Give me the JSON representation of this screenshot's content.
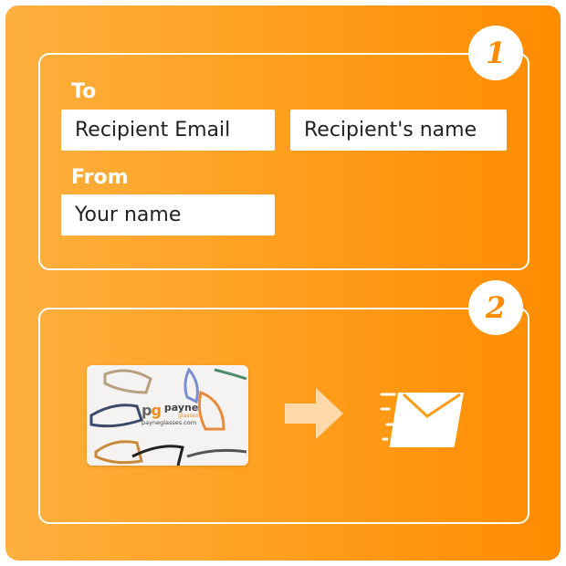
{
  "step1": {
    "badge": "1",
    "to_label": "To",
    "recipient_email_placeholder": "Recipient Email",
    "recipient_name_placeholder": "Recipient's  name",
    "from_label": "From",
    "your_name_placeholder": "Your  name"
  },
  "step2": {
    "badge": "2",
    "gift_card": {
      "brand": "payne",
      "brand_sub": "glasses",
      "url": "payneglasses.com"
    }
  },
  "colors": {
    "gradient_start": "#FDB03F",
    "gradient_end": "#FF8C00",
    "arrow": "#FFD9A8"
  }
}
